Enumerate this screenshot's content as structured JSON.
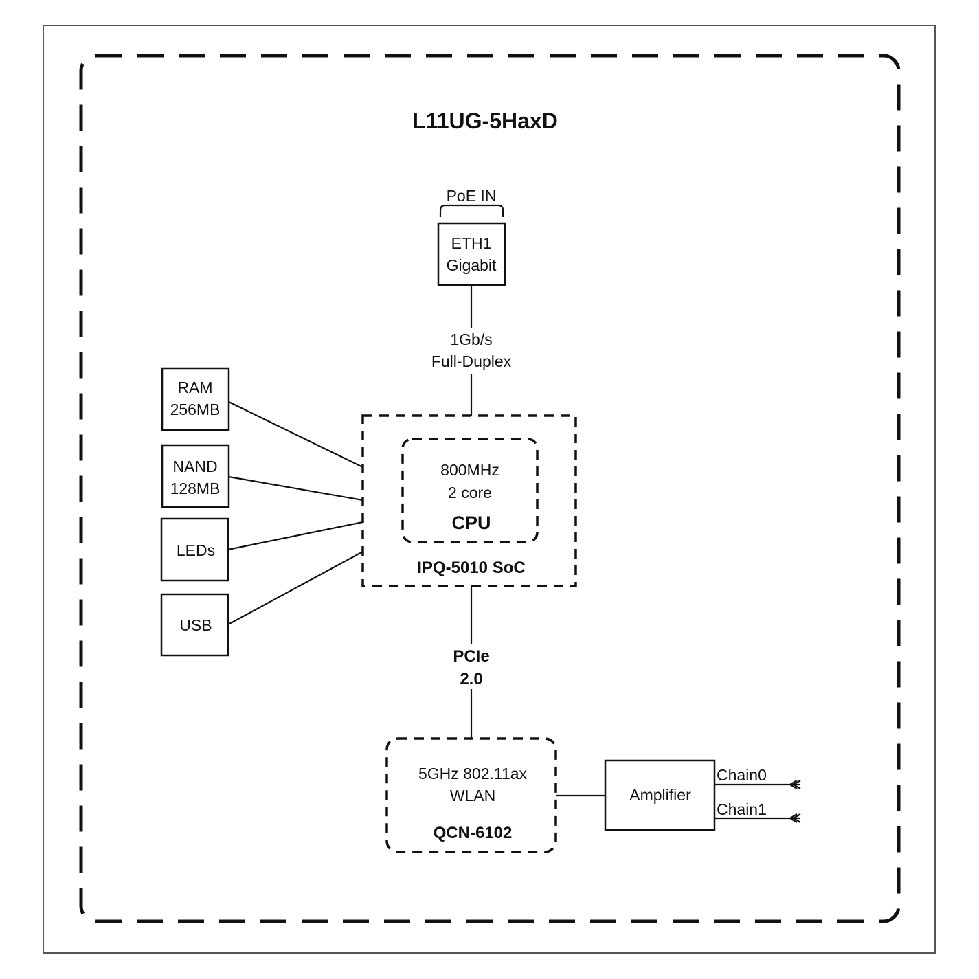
{
  "title": "L11UG-5HaxD",
  "eth": {
    "poe_label": "PoE IN",
    "line1": "ETH1",
    "line2": "Gigabit",
    "link_line1": "1Gb/s",
    "link_line2": "Full-Duplex"
  },
  "peripherals": [
    {
      "line1": "RAM",
      "line2": "256MB"
    },
    {
      "line1": "NAND",
      "line2": "128MB"
    },
    {
      "line1": "LEDs",
      "line2": ""
    },
    {
      "line1": "USB",
      "line2": ""
    }
  ],
  "soc": {
    "cpu_freq": "800MHz",
    "cpu_cores": "2 core",
    "cpu_label": "CPU",
    "soc_label": "IPQ-5010 SoC"
  },
  "bus": {
    "line1": "PCIe",
    "line2": "2.0"
  },
  "wlan": {
    "line1": "5GHz 802.11ax",
    "line2": "WLAN",
    "chip": "QCN-6102"
  },
  "amplifier": {
    "label": "Amplifier",
    "chain0": "Chain0",
    "chain1": "Chain1"
  }
}
